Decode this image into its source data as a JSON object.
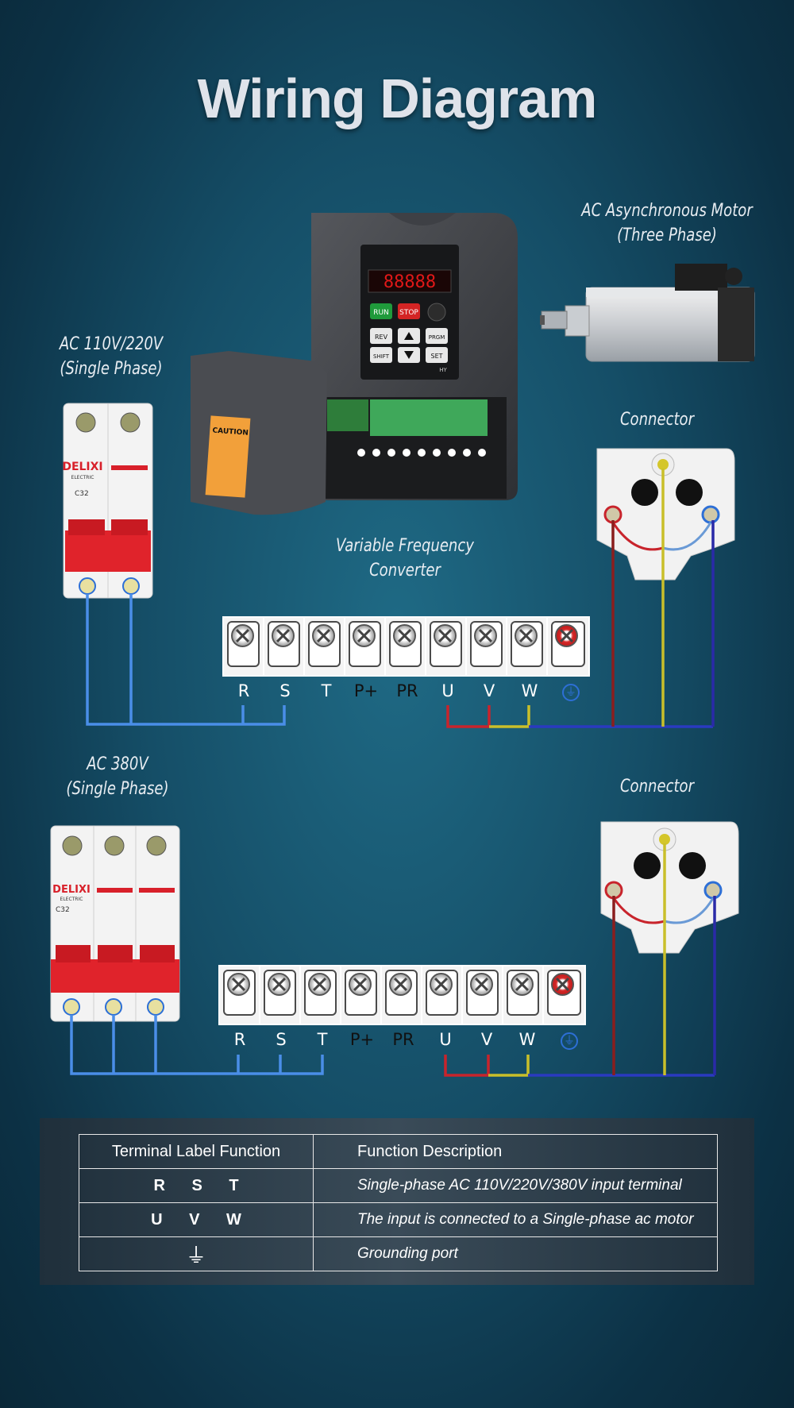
{
  "title": "Wiring Diagram",
  "labels": {
    "motor": [
      "AC Asynchronous Motor",
      "(Three Phase)"
    ],
    "single_supply": [
      "AC 110V/220V",
      "(Single Phase)"
    ],
    "three_supply": [
      "AC 380V",
      "(Single Phase)"
    ],
    "converter": [
      "Variable Frequency",
      "Converter"
    ],
    "connector_top": "Connector",
    "connector_bottom": "Connector"
  },
  "terminals": [
    "R",
    "S",
    "T",
    "P+",
    "PR",
    "U",
    "V",
    "W"
  ],
  "devices": {
    "breaker_brand": "DELIXI",
    "breaker_sub": "ELECTRIC",
    "breaker_model": "C32",
    "vfd_run": "RUN",
    "vfd_stop": "STOP",
    "vfd_rev": "REV",
    "vfd_prgm": "PRGM",
    "vfd_shift": "SHIFT",
    "vfd_set": "SET",
    "vfd_brand": "HY",
    "vfd_caution": "CAUTION"
  },
  "table": {
    "headers": [
      "Terminal Label Function",
      "Function Description"
    ],
    "rows": [
      {
        "label": "R S T",
        "desc": "Single-phase AC 110V/220V/380V input terminal"
      },
      {
        "label": "U V W",
        "desc": "The input is connected to a Single-phase ac motor"
      },
      {
        "label": "⏚",
        "desc": "Grounding port"
      }
    ]
  },
  "colors": {
    "blue_wire": "#3a7de0",
    "red_wire": "#c8242c",
    "yellow_wire": "#d4c62a",
    "navy_wire": "#2a2aa8"
  }
}
